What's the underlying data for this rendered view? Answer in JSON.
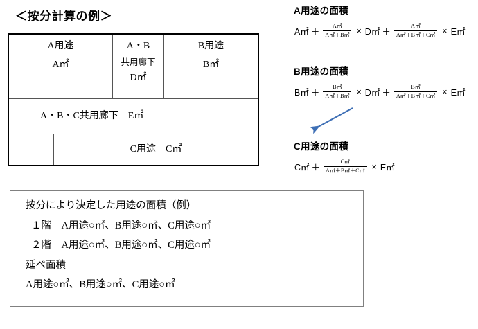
{
  "title": "＜按分計算の例＞",
  "floorplan": {
    "cell_a": {
      "use": "A用途",
      "area": "A㎡"
    },
    "cell_ab": {
      "use": "A・B",
      "sub": "共用廊下",
      "area": "D㎡"
    },
    "cell_b": {
      "use": "B用途",
      "area": "B㎡"
    },
    "corridor_all": "A・B・C共用廊下　E㎡",
    "cell_c": "C用途　C㎡"
  },
  "formulas": [
    {
      "id": "a",
      "heading": "A用途の面積",
      "lead": "A㎡",
      "plus1": "＋",
      "frac1_num": "A㎡",
      "frac1_den": "A㎡＋B㎡",
      "times1": "×",
      "factor1": "D㎡",
      "plus2": "＋",
      "frac2_num": "A㎡",
      "frac2_den": "A㎡＋B㎡＋C㎡",
      "times2": "×",
      "factor2": "E㎡"
    },
    {
      "id": "b",
      "heading": "B用途の面積",
      "lead": "B㎡",
      "plus1": "＋",
      "frac1_num": "B㎡",
      "frac1_den": "A㎡＋B㎡",
      "times1": "×",
      "factor1": "D㎡",
      "plus2": "＋",
      "frac2_num": "B㎡",
      "frac2_den": "A㎡＋B㎡＋C㎡",
      "times2": "×",
      "factor2": "E㎡"
    },
    {
      "id": "c",
      "heading": "C用途の面積",
      "lead": "C㎡",
      "plus1": "＋",
      "frac1_num": "C㎡",
      "frac1_den": "A㎡＋B㎡＋C㎡",
      "times1": "×",
      "factor1": "E㎡"
    }
  ],
  "arrow": {
    "name": "blue-arrow",
    "color": "#3E6FB5",
    "direction": "down-left"
  },
  "summary": {
    "heading": "按分により決定した用途の面積（例）",
    "line_floor1": "１階　A用途○㎡、B用途○㎡、C用途○㎡",
    "line_floor2": "２階　A用途○㎡、B用途○㎡、C用途○㎡",
    "line_total_label": "延べ面積",
    "line_total_values": "A用途○㎡、B用途○㎡、C用途○㎡"
  }
}
